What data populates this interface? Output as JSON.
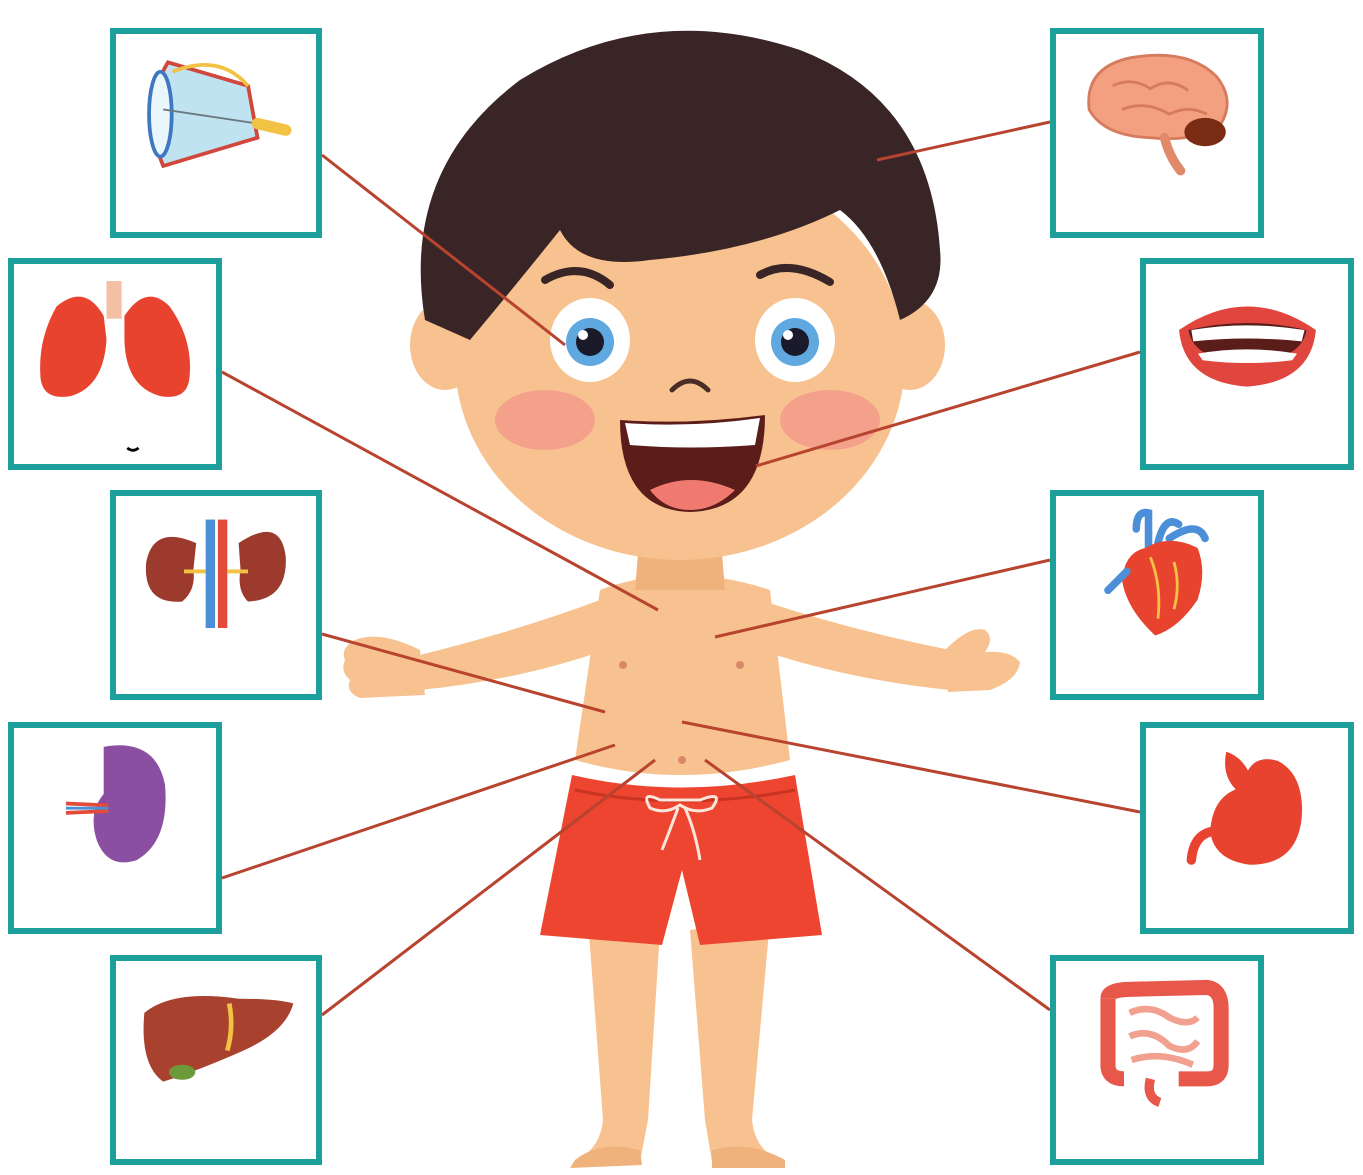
{
  "diagram": {
    "kind": "body-organs-matching",
    "colors": {
      "frame": "#1d9f9b",
      "connector": "#b8432f",
      "skin": "#f8c290",
      "hair": "#3a2526",
      "shorts": "#ee4530"
    },
    "organs": [
      {
        "key": "eye",
        "icon": "eye-icon"
      },
      {
        "key": "lungs",
        "icon": "lungs-icon"
      },
      {
        "key": "kidneys",
        "icon": "kidneys-icon"
      },
      {
        "key": "spleen",
        "icon": "spleen-icon"
      },
      {
        "key": "liver",
        "icon": "liver-icon"
      },
      {
        "key": "brain",
        "icon": "brain-icon"
      },
      {
        "key": "mouth",
        "icon": "mouth-icon"
      },
      {
        "key": "heart",
        "icon": "heart-icon"
      },
      {
        "key": "stomach",
        "icon": "stomach-icon"
      },
      {
        "key": "intestines",
        "icon": "intestines-icon"
      }
    ]
  }
}
